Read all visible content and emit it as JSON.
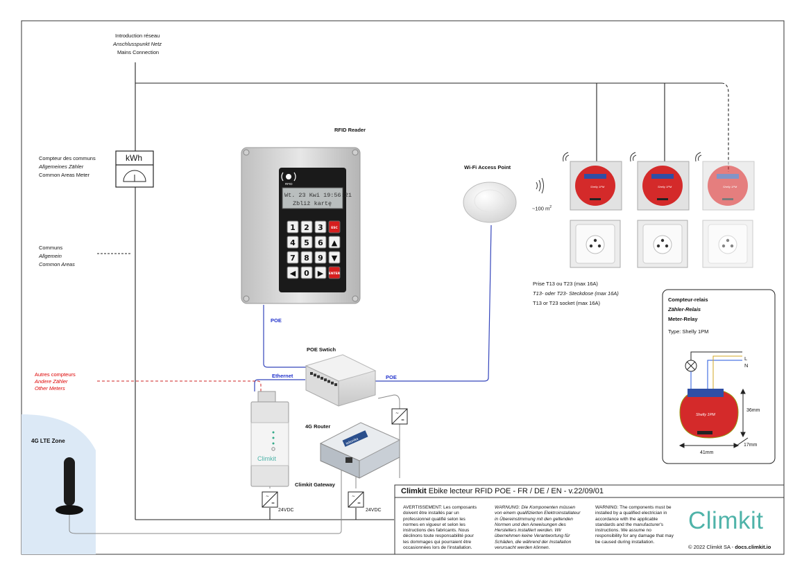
{
  "labels": {
    "mains": [
      "Introduction réseau",
      "Anschlusspunkt Netz",
      "Mains Connection"
    ],
    "meter": [
      "Compteur des communs",
      "Allgemeines Zähler",
      "Common Areas Meter"
    ],
    "kwh": "kWh",
    "common": [
      "Communs",
      "Allgemein",
      "Common Areas"
    ],
    "other_meters": [
      "Autres compteurs",
      "Andere Zähler",
      "Other Meters"
    ],
    "lte_zone": "4G LTE Zone",
    "rfid_reader": "RFID Reader",
    "wifi_ap": "Wi-Fi Access Point",
    "area": "~100 m",
    "area_sup": "2",
    "poe_switch": "POE Swtich",
    "router": "4G Router",
    "gateway": "Climkit Gateway",
    "poe": "POE",
    "ethernet": "Ethernet",
    "vdc": "24VDC",
    "sockets": [
      "Prise T13 ou T23 (max 16A)",
      "T13- oder T23- Steckdose (max 16A)",
      "T13 or T23 socket (max 16A)"
    ],
    "relay_box": {
      "title": [
        "Compteur-relais",
        "Zähler-Relais",
        "Meter-Relay"
      ],
      "type": "Type: Shelly 1PM",
      "l": "L",
      "n": "N",
      "h": "36mm",
      "w": "41mm",
      "d": "17mm"
    }
  },
  "rfid_screen": [
    "Wt. 23 Kwi 19:56:21",
    "Zbliż kartę"
  ],
  "rfid_badge": "RFID",
  "keypad": [
    "1",
    "2",
    "3",
    "ESC",
    "4",
    "5",
    "6",
    "▲",
    "7",
    "8",
    "9",
    "▼",
    "◀",
    "0",
    "▶",
    "ENTER"
  ],
  "device_labels": {
    "gateway_logo": "Climkit",
    "shelly": "Shelly 1PM",
    "router_brand": "teltonika"
  },
  "title_block": {
    "brand": "Climkit",
    "title": "Ebike lecteur RFID POE - FR / DE / EN - v.22/09/01",
    "fr": "AVERTISSEMENT: Les composants doivent être installés par un professionnel qualifié selon les normes en vigueur et selon les instructions des fabricants. Nous déclinons toute responsabilité pour les dommages qui pourraient être occasionnées lors de l'installation.",
    "de": "WARNUNG: Die Komponenten müssen von einem qualifizierten Elektroinstallateur in Übereinstimmung mit den geltenden Normen und den Anweisungen des Herstellers installiert werden. Wir übernehmen keine Verantwortung für Schäden, die während der Installation verursacht werden können.",
    "en": "WARNING: The components must be installed by a qualified electrician in accordance with the applicable standards and the manufacturer's instructions. We assume no responsibility for any damage that may be caused during installation.",
    "logo": "Climkit",
    "copyright": "© 2022 Climkit SA - ",
    "docs": "docs.climkit.io"
  },
  "colors": {
    "poe_line": "#3344bb",
    "dashed_other": "#cc2222",
    "shelly_red": "#d42a2a",
    "lte_zone": "#dce9f6",
    "logo": "#4fb3a9",
    "rfid_key_red": "#d61e1e"
  }
}
